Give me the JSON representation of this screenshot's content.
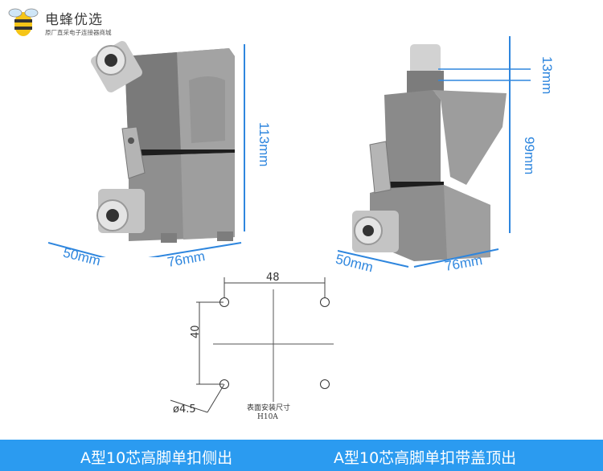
{
  "logo": {
    "title": "电蜂优选",
    "subtitle": "原厂直采电子连接器商城"
  },
  "left_product": {
    "height_dim": "113mm",
    "depth_dim": "50mm",
    "width_dim": "76mm"
  },
  "right_product": {
    "cap_dim": "13mm",
    "height_dim": "99mm",
    "depth_dim": "50mm",
    "width_dim": "76mm"
  },
  "mounting_drawing": {
    "horizontal_spacing": "48",
    "vertical_spacing": "40",
    "hole_diameter": "ø4.5",
    "caption": "表面安装尺寸",
    "model": "H10A"
  },
  "captions": {
    "left": "A型10芯高脚单扣侧出",
    "right": "A型10芯高脚单扣带盖顶出"
  },
  "colors": {
    "dimension": "#2e86de",
    "footer": "#2b9bf0",
    "housing": "#8a8a8a"
  }
}
